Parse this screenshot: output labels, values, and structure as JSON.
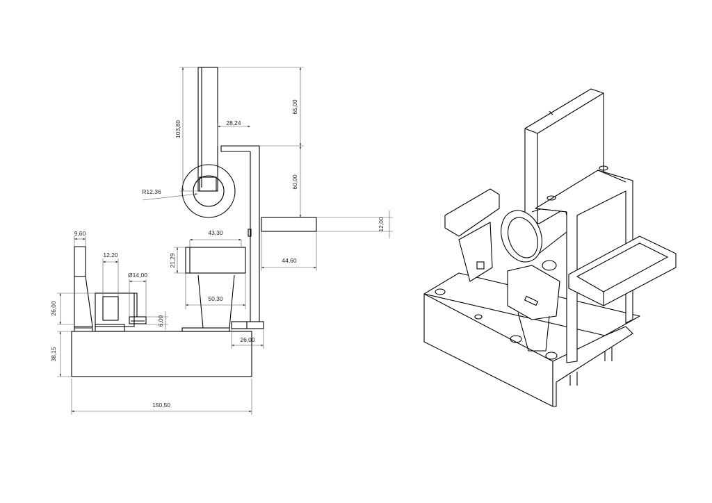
{
  "dimensions": {
    "total_height": "103,80",
    "upper_height": "65,00",
    "arm_offset": "28,24",
    "lower_height": "60,00",
    "ring_radius": "R12,36",
    "side_tray_height": "12,00",
    "tray_top_width": "43,30",
    "side_tray_width": "44,60",
    "tray_height": "21,29",
    "tray_base_width": "50,30",
    "tower_width": "9,60",
    "window_width": "12,20",
    "hole_diameter": "Ø14,00",
    "block_height": "26,00",
    "small_height": "6,00",
    "foot_width": "26,00",
    "base_height": "38,15",
    "base_width": "150,50"
  }
}
